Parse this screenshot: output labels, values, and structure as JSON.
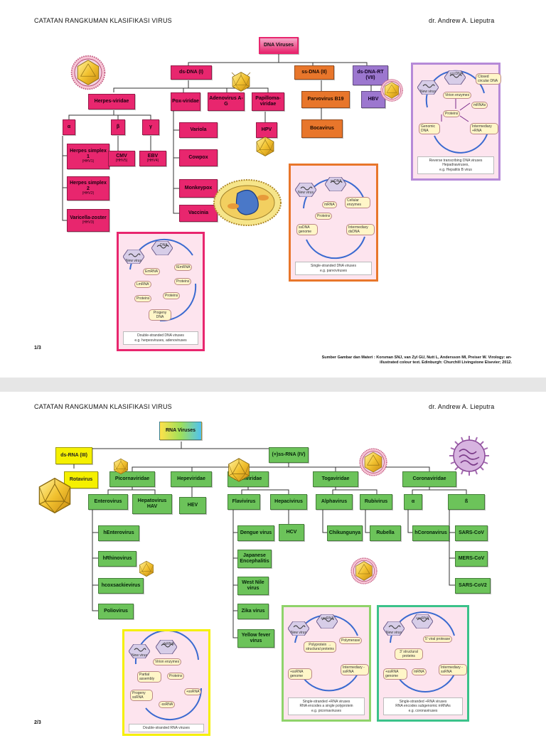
{
  "page1": {
    "header_title": "CATATAN RANGKUMAN KLASIFIKASI VIRUS",
    "author": "dr. Andrew A. Lieputra",
    "page_number": "1/3",
    "source_line1": "Sumber Gambar dan Materi : Korsman SNJ, van Zyl GU, Nutt L, Andersson MI, Preiser W. Virology: an-",
    "source_line2": "illustrated colour text. Edinburgh: Churchill Livingstone Elsevier; 2012.",
    "root": "DNA Viruses",
    "ds_dna": "ds-DNA (I)",
    "ss_dna": "ss-DNA (II)",
    "ds_dna_rt": "ds-DNA-RT (VII)",
    "herpes": "Herpes-viridae",
    "alpha": "α",
    "beta": "β",
    "gamma": "γ",
    "hsv1": "Herpes simplex 1",
    "hsv1_sub": "(HHV1)",
    "hsv2": "Herpes simplex 2",
    "hsv2_sub": "(HHV2)",
    "vzv": "Varicella-zoster",
    "vzv_sub": "(HHV3)",
    "cmv": "CMV",
    "cmv_sub": "(HHV5)",
    "ebv": "EBV",
    "ebv_sub": "(HHV4)",
    "pox": "Pox-viridae",
    "variola": "Variola",
    "cowpox": "Cowpox",
    "monkeypox": "Monkeypox",
    "vaccinia": "Vaccinia",
    "adeno": "Adenovirus A-G",
    "papilloma": "Papilloma-viridae",
    "hpv": "HPV",
    "parvo": "Parvovirus B19",
    "boca": "Bocavirus",
    "hbv": "HBV",
    "panel_rt": {
      "caption1": "Reverse transcribing DNA viruses",
      "caption2": "Hepadnaviruses,",
      "caption3": "e.g. Hepatitis B virus",
      "n_newvirus": "New virus",
      "n_ccc": "cccDNA",
      "n_closed": "Closed circular DNA",
      "n_enz": "Virion enzymes",
      "n_mrna": "mRNAs",
      "n_prot": "Proteins",
      "n_genomic": "Genomic DNA",
      "n_inter": "Intermediary +RNA"
    },
    "panel_ss": {
      "caption1": "Single-stranded DNA viruses",
      "caption2": "e.g. parvoviruses",
      "n_newvirus": "New virus",
      "n_ssdna": "ssDNA",
      "n_mrna": "mRNA",
      "n_cell": "Cellular enzymes",
      "n_prot": "Proteins",
      "n_genome": "ssDNA genome",
      "n_inter": "Intermediary dsDNA"
    },
    "panel_ds": {
      "caption1": "Double-stranded DNA viruses",
      "caption2": "e.g. herpesviruses, adenoviruses",
      "n_newvirus": "New virus",
      "n_dna": "DNA",
      "n_emrna": "EmRNA",
      "n_iemrna": "IEmRNA",
      "n_proteins1": "Proteins",
      "n_lmrna": "LmRNA",
      "n_proteins2": "Proteins",
      "n_proteins3": "Proteins",
      "n_progeny": "Progeny DNA"
    }
  },
  "page2": {
    "header_title": "CATATAN RANGKUMAN KLASIFIKASI VIRUS",
    "author": "dr. Andrew A. Lieputra",
    "page_number": "2/3",
    "root": "RNA Viruses",
    "ds_rna": "ds-RNA (III)",
    "ss_rna_pos": "(+)ss-RNA (IV)",
    "rotavirus": "Rotavirus",
    "picorna": "Picornaviridae",
    "hepeviridae": "Hepeviridae",
    "flaviviridae": "Flaviviridae",
    "togaviridae": "Togaviridae",
    "coronaviridae": "Coronaviridae",
    "enterovirus": "Enterovirus",
    "hepatovirus": "Hepatovirus HAV",
    "hev": "HEV",
    "flavivirus": "Flavivirus",
    "hepacivirus": "Hepacivirus",
    "alphavirus": "Alphavirus",
    "rubivirus": "Rubivirus",
    "alpha": "α",
    "beta": "ß",
    "henterovirus": "hEnterovirus",
    "hrhinovirus": "hRhinovirus",
    "hcoxsackie": "hcoxsackievirus",
    "poliovirus": "Poliovirus",
    "dengue": "Dengue virus",
    "je": "Japanese Encephalitis",
    "westnile": "West Nile virus",
    "zika": "Zika virus",
    "yellowfever": "Yellow fever virus",
    "hcv": "HCV",
    "chikungunya": "Chikungunya",
    "rubella": "Rubella",
    "hcorona": "hCoronavirus",
    "sarscov": "SARS-CoV",
    "merscov": "MERS-CoV",
    "sarscov2": "SARS-CoV2",
    "panel_ds": {
      "caption1": "Double-stranded RNA viruses",
      "n_newvirus": "New virus",
      "n_dsrna": "dsRNA",
      "n_enz": "Virion enzymes",
      "n_partial": "Partial assembly",
      "n_prot": "Proteins",
      "n_progeny": "Progeny ssRNA",
      "n_pos": "+ssRNA",
      "n_neg": "-ssRNA"
    },
    "panel_picorna": {
      "caption1": "Single-stranded +RNA viruses",
      "caption2": "RNA encodes a single polyprotein",
      "caption3": "e.g. picornaviruses",
      "n_newvirus": "New virus",
      "n_pos": "+ssRNA",
      "n_poly": "Polyprotein → structural proteins",
      "n_polymerase": "Polymerase",
      "n_genome": "+ssRNA genome",
      "n_inter": "Intermediary -ssRNA"
    },
    "panel_corona": {
      "caption1": "Single-stranded +RNA viruses",
      "caption2": "RNA encodes subgenomic mRNAs",
      "caption3": "e.g. coronaviruses",
      "n_newvirus": "New virus",
      "n_pos": "+ssRNA",
      "n_protease": "5' viral protease",
      "n_struct": "3' structural proteins",
      "n_mrna": "mRNA",
      "n_genome": "+ssRNA genome",
      "n_inter": "Intermediary -ssRNA"
    }
  },
  "colors": {
    "dsdna": "#e8266e",
    "ssdna": "#e8762b",
    "rt": "#9c77cf",
    "dsrna": "#f5f000",
    "ssrna": "#6cc35a",
    "panel_bg": "#fde4ee"
  },
  "icons": [
    "icosahedral-virus-icon",
    "enveloped-virus-icon",
    "poxvirus-icon",
    "coronavirus-icon",
    "replication-cycle-icon"
  ]
}
